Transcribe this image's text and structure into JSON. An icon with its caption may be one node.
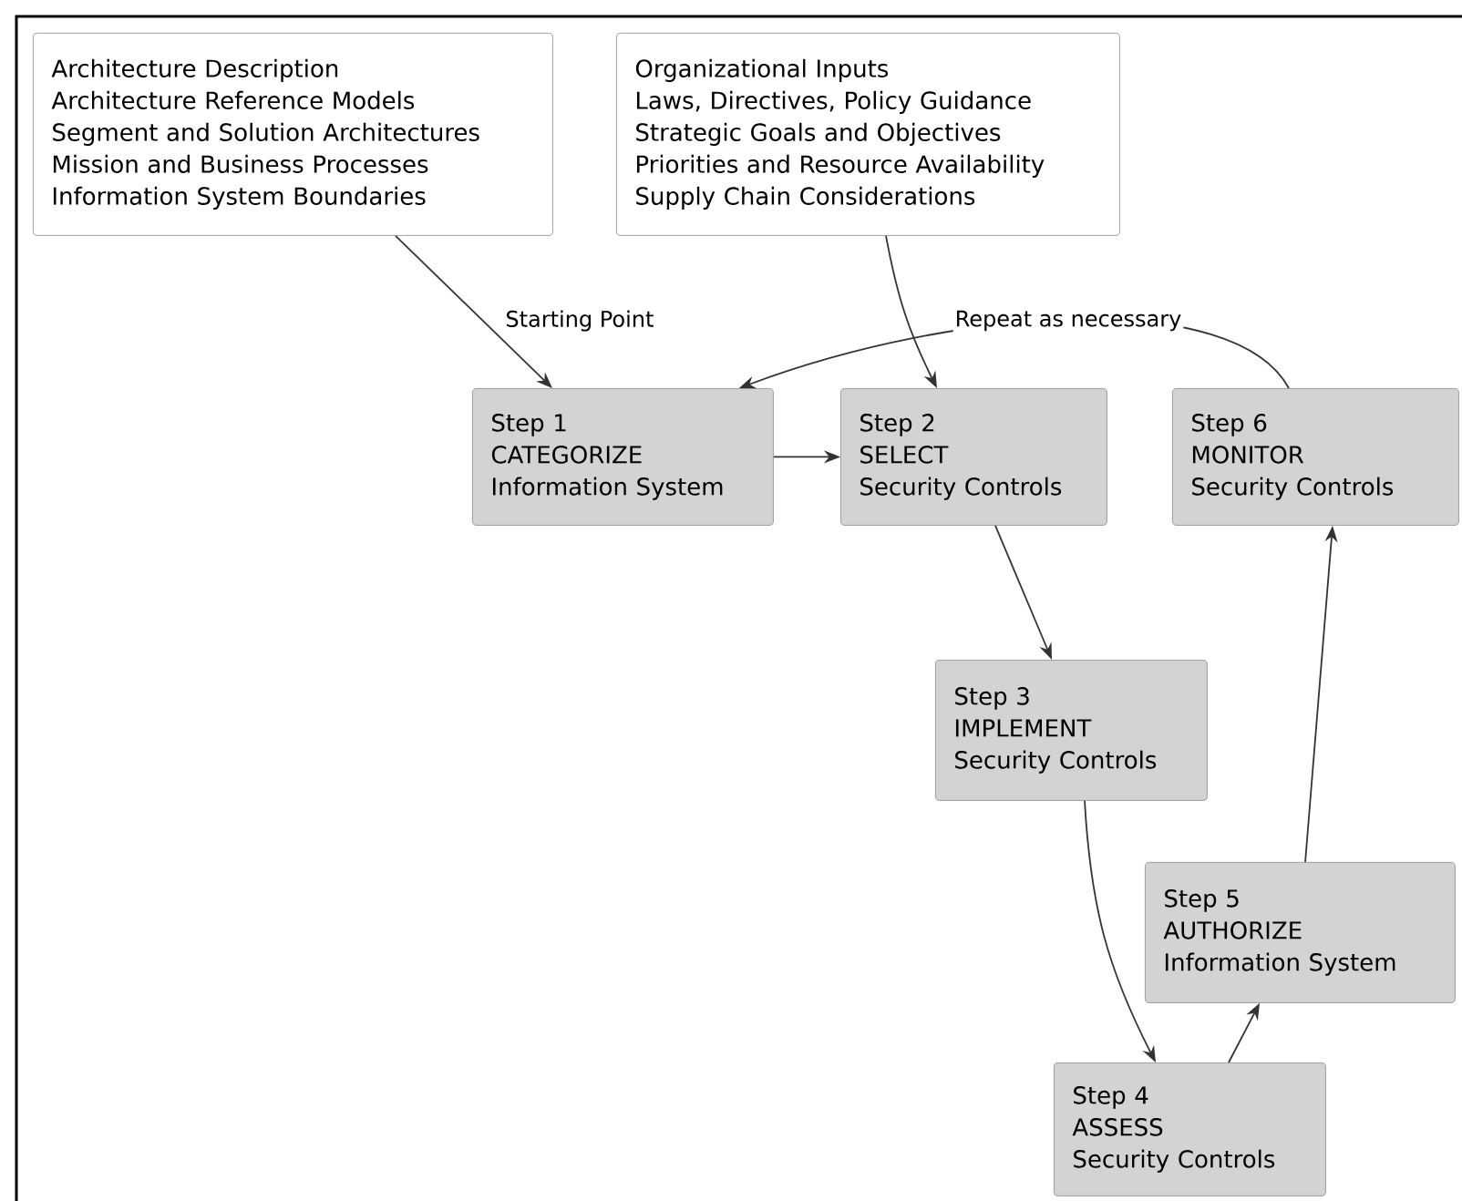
{
  "diagram": {
    "nodes": [
      {
        "text": [
          "Architecture Description",
          "Architecture Reference Models",
          "Segment and Solution Architectures",
          "Mission and Business Processes",
          "Information System Boundaries"
        ]
      },
      {
        "text": [
          "Organizational Inputs",
          "Laws, Directives, Policy Guidance",
          "Strategic Goals and Objectives",
          "Priorities and Resource Availability",
          "Supply Chain Considerations"
        ]
      },
      {
        "text": [
          "Step 1",
          "CATEGORIZE",
          "Information System"
        ]
      },
      {
        "text": [
          "Step 2",
          "SELECT",
          "Security Controls"
        ]
      },
      {
        "text": [
          "Step 6",
          "MONITOR",
          "Security Controls"
        ]
      },
      {
        "text": [
          "Step 3",
          "IMPLEMENT",
          "Security Controls"
        ]
      },
      {
        "text": [
          "Step 5",
          "AUTHORIZE",
          "Information System"
        ]
      },
      {
        "text": [
          "Step 4",
          "ASSESS",
          "Security Controls"
        ]
      }
    ],
    "edges": [
      {
        "from": 0,
        "to": 2,
        "arrow": "to",
        "label": "Starting Point"
      },
      {
        "from": 1,
        "to": 3,
        "arrow": "to"
      },
      {
        "from": 2,
        "to": 3,
        "arrow": "to"
      },
      {
        "from": 3,
        "to": 5,
        "arrow": "to"
      },
      {
        "from": 5,
        "to": 7,
        "arrow": "to"
      },
      {
        "from": 7,
        "to": 6,
        "arrow": "to"
      },
      {
        "from": 6,
        "to": 4,
        "arrow": "to"
      },
      {
        "from": 4,
        "to": 2,
        "arrow": "to",
        "label": "Repeat as necessary"
      }
    ]
  }
}
